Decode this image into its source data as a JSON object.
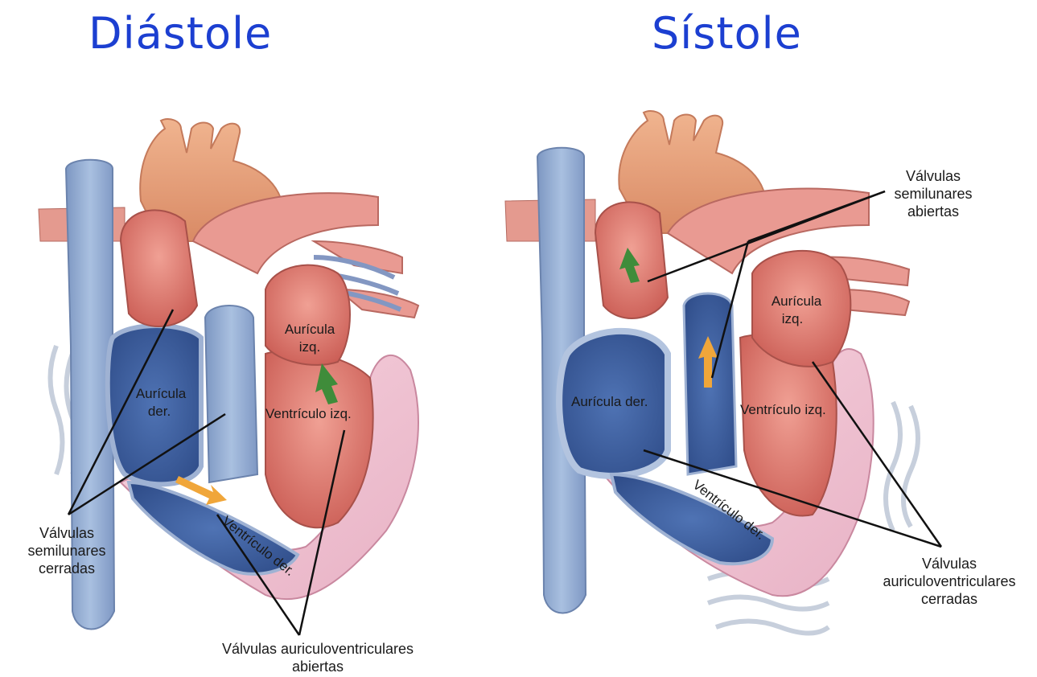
{
  "titles": {
    "left": "Diástole",
    "right": "Sístole"
  },
  "diastole": {
    "auricula_izq": [
      "Aurícula",
      "izq."
    ],
    "auricula_der": [
      "Aurícula",
      "der."
    ],
    "ventriculo_izq": "Ventrículo izq.",
    "ventriculo_der": "Ventrículo der.",
    "valv_semilunares": [
      "Válvulas",
      "semilunares",
      "cerradas"
    ],
    "valv_av": [
      "Válvulas auriculoventriculares",
      "abiertas"
    ]
  },
  "sistole": {
    "auricula_izq": [
      "Aurícula",
      "izq."
    ],
    "auricula_der": "Aurícula der.",
    "ventriculo_izq": "Ventrículo izq.",
    "ventriculo_der": "Ventrículo der.",
    "valv_semilunares": [
      "Válvulas",
      "semilunares",
      "abiertas"
    ],
    "valv_av": [
      "Válvulas",
      "auriculoventriculares",
      "cerradas"
    ]
  },
  "colors": {
    "title": "#1c3fd1",
    "vein_blue": "#8fa9cf",
    "dark_blue": "#3f5f9e",
    "red_muscle": "#d9746a",
    "pink_muscle": "#f1c4d3",
    "aorta": "#e8a27f",
    "arrow_green": "#3f8c3a",
    "arrow_yellow": "#f0a63a"
  }
}
